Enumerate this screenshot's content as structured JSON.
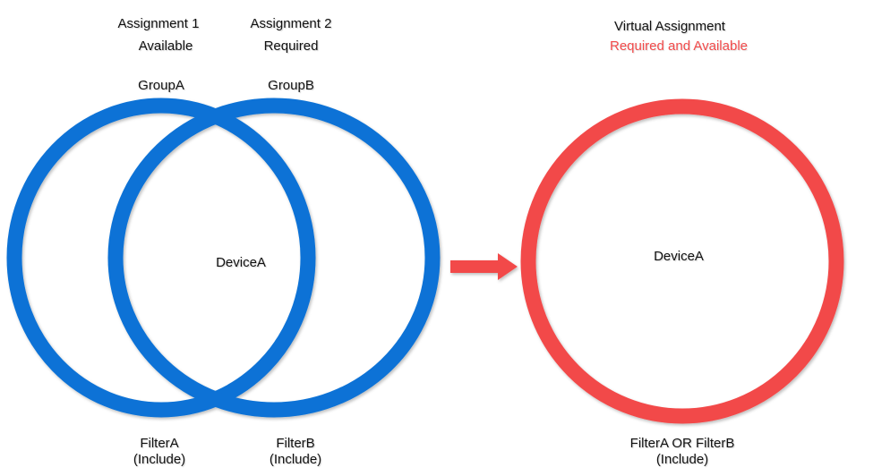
{
  "colors": {
    "assignment_ring": "#0a72d6",
    "virtual_ring": "#f24a4a",
    "accent_text": "#f24a4a",
    "text": "#111111"
  },
  "assignments": [
    {
      "title": "Assignment 1",
      "intent": "Available",
      "group": "GroupA",
      "filter": "FilterA",
      "filter_mode": "(Include)"
    },
    {
      "title": "Assignment 2",
      "intent": "Required",
      "group": "GroupB",
      "filter": "FilterB",
      "filter_mode": "(Include)"
    }
  ],
  "overlap_device": "DeviceA",
  "virtual": {
    "title": "Virtual Assignment",
    "intent": "Required and Available",
    "device": "DeviceA",
    "filter": "FilterA OR FilterB",
    "filter_mode": "(Include)"
  },
  "connector_icon": "right-arrow-icon"
}
